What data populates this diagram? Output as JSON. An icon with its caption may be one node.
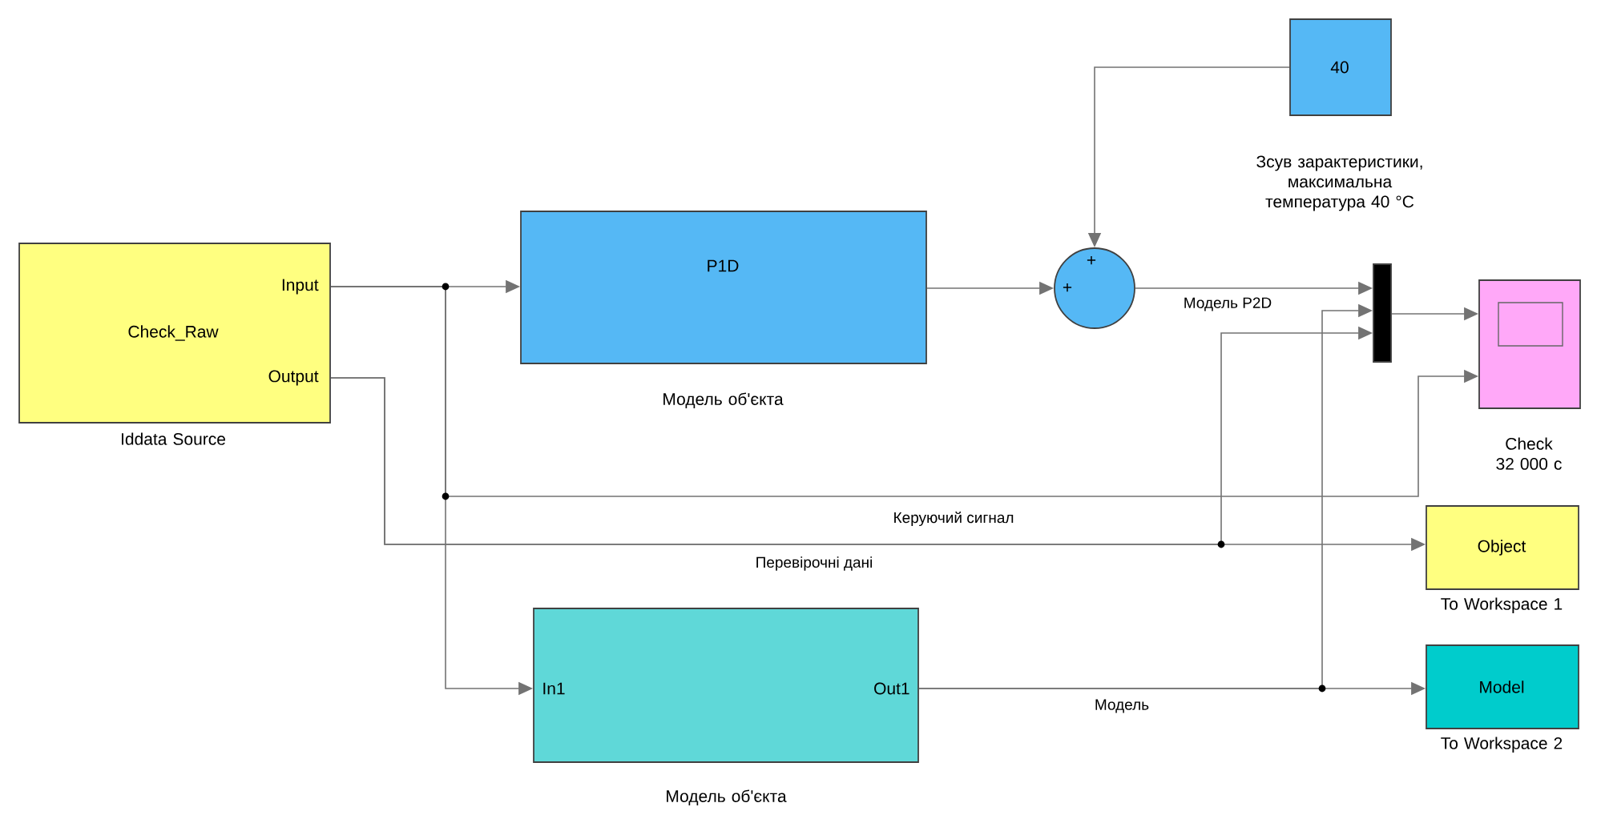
{
  "diagram": {
    "nodes": [
      {
        "text": [
          "Input",
          "Check_Raw",
          "Output"
        ],
        "beside": [
          "Iddata Source"
        ]
      },
      {
        "text": [
          "P1D"
        ],
        "beside": [
          "Модель об'єкта"
        ]
      },
      {
        "text": [
          "+",
          "+"
        ]
      },
      {
        "text": [
          "40"
        ],
        "beside": [
          "Зсув зарактеристики, максимальна температура 40 °C"
        ]
      },
      {
        "text": [],
        "shape": "bar"
      },
      {
        "text": [],
        "shape": "box",
        "beside": [
          "Check 32 000 с"
        ]
      },
      {
        "text": [
          "Object"
        ],
        "beside": [
          "To Workspace 1"
        ]
      },
      {
        "text": [
          "In1",
          "Out1"
        ],
        "beside": [
          "Модель об'єкта"
        ]
      },
      {
        "text": [
          "Model"
        ],
        "beside": [
          "To Workspace 2"
        ]
      }
    ],
    "edges": [
      {
        "from": 0,
        "to": 1,
        "arrow": "to"
      },
      {
        "from": 0,
        "to": 5,
        "arrow": "to",
        "label": "Керуючий сигнал"
      },
      {
        "from": 0,
        "to": 7,
        "arrow": "to"
      },
      {
        "from": 0,
        "to": 6,
        "arrow": "to",
        "label": "Перевірочні дані"
      },
      {
        "from": 0,
        "to": 4,
        "arrow": "to"
      },
      {
        "from": 1,
        "to": 2,
        "arrow": "to"
      },
      {
        "from": 3,
        "to": 2,
        "arrow": "to"
      },
      {
        "from": 2,
        "to": 4,
        "arrow": "to",
        "label": "Модель P2D"
      },
      {
        "from": 7,
        "to": 8,
        "arrow": "to",
        "label": "Модель"
      },
      {
        "from": 7,
        "to": 4,
        "arrow": "to"
      },
      {
        "from": 4,
        "to": 5,
        "arrow": "to"
      }
    ]
  }
}
